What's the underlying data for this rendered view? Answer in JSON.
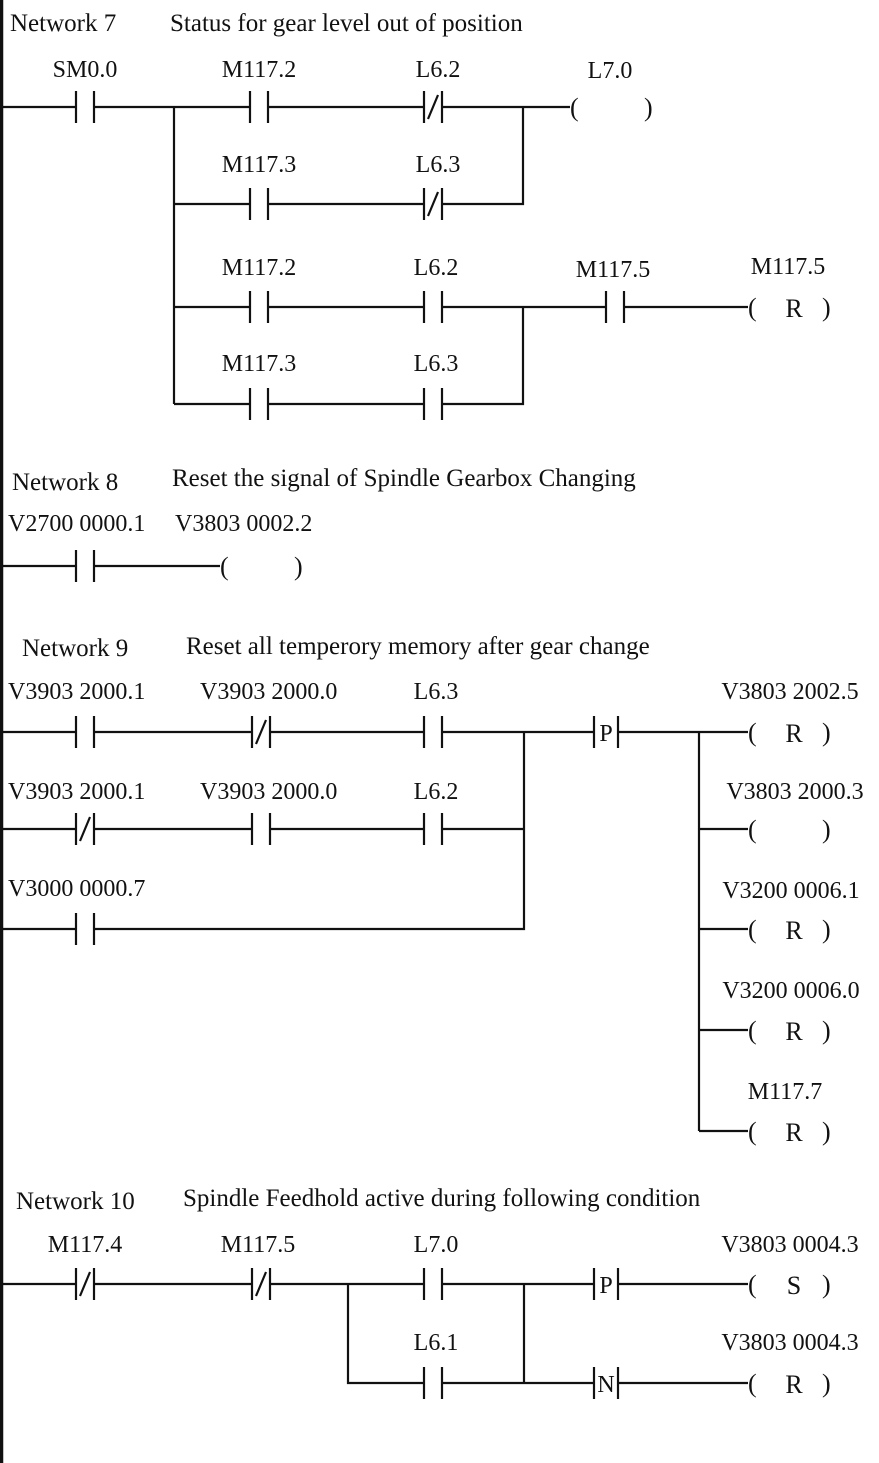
{
  "diagram": {
    "type": "ladder-logic",
    "networks": [
      {
        "id": "n7",
        "label": "Network 7",
        "comment": "Status for gear level out of position",
        "contacts": [
          {
            "addr": "SM0.0",
            "kind": "NO"
          },
          {
            "addr": "M117.2",
            "kind": "NO"
          },
          {
            "addr": "L6.2",
            "kind": "NC"
          },
          {
            "addr": "M117.3",
            "kind": "NO"
          },
          {
            "addr": "L6.3",
            "kind": "NC"
          },
          {
            "addr": "M117.2",
            "kind": "NO"
          },
          {
            "addr": "L6.2",
            "kind": "NO"
          },
          {
            "addr": "M117.5",
            "kind": "NO"
          },
          {
            "addr": "M117.3",
            "kind": "NO"
          },
          {
            "addr": "L6.3",
            "kind": "NO"
          }
        ],
        "coils": [
          {
            "addr": "L7.0",
            "op": ""
          },
          {
            "addr": "M117.5",
            "op": "R"
          }
        ]
      },
      {
        "id": "n8",
        "label": "Network 8",
        "comment": "Reset  the signal of Spindle Gearbox Changing",
        "contacts": [
          {
            "addr": "V2700 0000.1",
            "kind": "NO"
          }
        ],
        "coils": [
          {
            "addr": "V3803 0002.2",
            "op": ""
          }
        ]
      },
      {
        "id": "n9",
        "label": "Network 9",
        "comment": "Reset all temperory memory after  gear change",
        "contacts": [
          {
            "addr": "V3903 2000.1",
            "kind": "NO"
          },
          {
            "addr": "V3903 2000.0",
            "kind": "NC"
          },
          {
            "addr": "L6.3",
            "kind": "NO"
          },
          {
            "addr": "V3903 2000.1",
            "kind": "NC"
          },
          {
            "addr": "V3903 2000.0",
            "kind": "NO"
          },
          {
            "addr": "L6.2",
            "kind": "NO"
          },
          {
            "addr": "V3000 0000.7",
            "kind": "NO"
          }
        ],
        "edges": [
          {
            "type": "P"
          }
        ],
        "coils": [
          {
            "addr": "V3803 2002.5",
            "op": "R"
          },
          {
            "addr": "V3803 2000.3",
            "op": ""
          },
          {
            "addr": "V3200 0006.1",
            "op": "R"
          },
          {
            "addr": "V3200 0006.0",
            "op": "R"
          },
          {
            "addr": "M117.7",
            "op": "R"
          }
        ]
      },
      {
        "id": "n10",
        "label": "Network 10",
        "comment": "Spindle Feedhold active during following condition",
        "contacts": [
          {
            "addr": "M117.4",
            "kind": "NC"
          },
          {
            "addr": "M117.5",
            "kind": "NC"
          },
          {
            "addr": "L7.0",
            "kind": "NO"
          },
          {
            "addr": "L6.1",
            "kind": "NO"
          }
        ],
        "edges": [
          {
            "type": "P"
          },
          {
            "type": "N"
          }
        ],
        "coils": [
          {
            "addr": "V3803 0004.3",
            "op": "S"
          },
          {
            "addr": "V3803 0004.3",
            "op": "R"
          }
        ]
      }
    ]
  }
}
